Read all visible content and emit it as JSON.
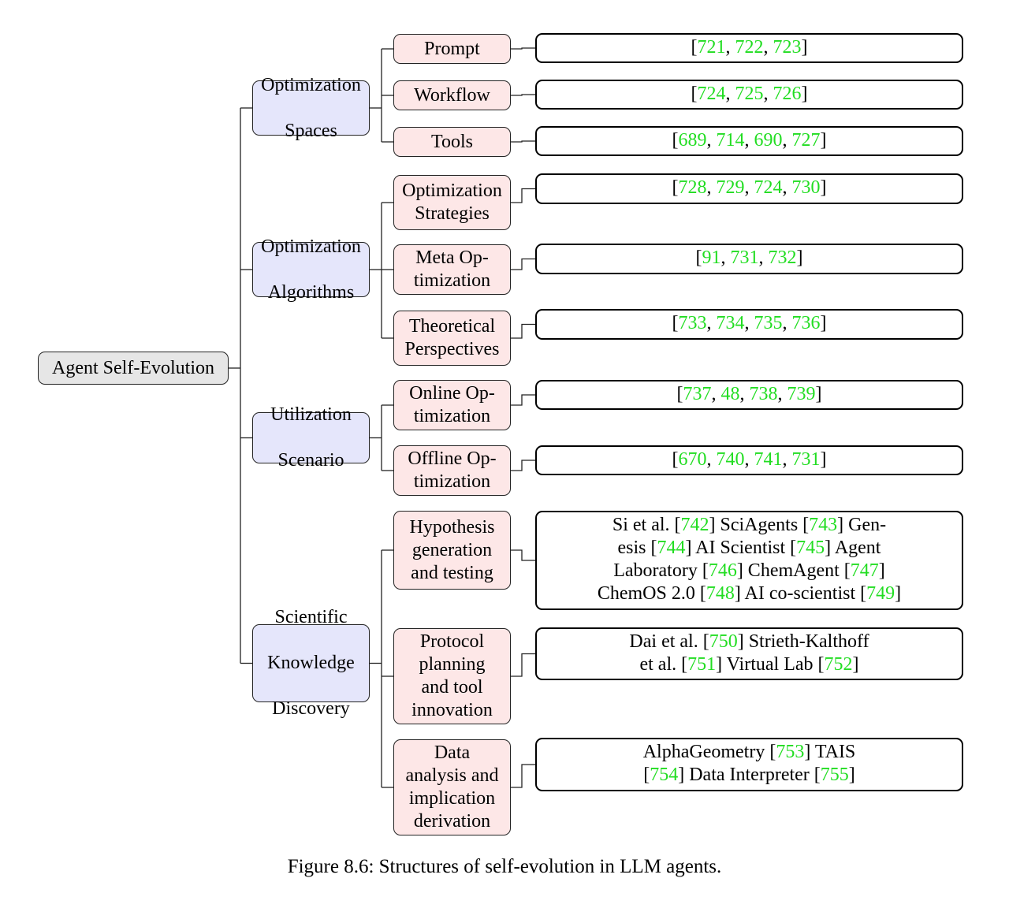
{
  "caption": "Figure 8.6: Structures of self-evolution in LLM agents.",
  "root": {
    "label": "Agent Self-Evolution"
  },
  "categories": [
    {
      "label": [
        "Optimization",
        "Spaces"
      ],
      "children": [
        {
          "label": [
            "Prompt"
          ],
          "refs": [
            "721",
            "722",
            "723"
          ]
        },
        {
          "label": [
            "Workflow"
          ],
          "refs": [
            "724",
            "725",
            "726"
          ]
        },
        {
          "label": [
            "Tools"
          ],
          "refs": [
            "689",
            "714",
            "690",
            "727"
          ]
        }
      ]
    },
    {
      "label": [
        "Optimization",
        "Algorithms"
      ],
      "children": [
        {
          "label": [
            "Optimization",
            "Strategies"
          ],
          "refs": [
            "728",
            "729",
            "724",
            "730"
          ]
        },
        {
          "label": [
            "Meta Op-",
            "timization"
          ],
          "refs": [
            "91",
            "731",
            "732"
          ]
        },
        {
          "label": [
            "Theoretical",
            "Perspectives"
          ],
          "refs": [
            "733",
            "734",
            "735",
            "736"
          ]
        }
      ]
    },
    {
      "label": [
        "Utilization",
        "Scenario"
      ],
      "children": [
        {
          "label": [
            "Online Op-",
            "timization"
          ],
          "refs": [
            "737",
            "48",
            "738",
            "739"
          ]
        },
        {
          "label": [
            "Offline Op-",
            "timization"
          ],
          "refs": [
            "670",
            "740",
            "741",
            "731"
          ]
        }
      ]
    },
    {
      "label": [
        "Scientific",
        "Knowledge",
        "Discovery"
      ],
      "children": [
        {
          "label": [
            "Hypothesis",
            "generation",
            "and testing"
          ],
          "lines": [
            [
              {
                "t": "Si et al. ["
              },
              {
                "r": "742"
              },
              {
                "t": "] SciAgents ["
              },
              {
                "r": "743"
              },
              {
                "t": "] Gen-"
              }
            ],
            [
              {
                "t": "esis ["
              },
              {
                "r": "744"
              },
              {
                "t": "] AI Scientist ["
              },
              {
                "r": "745"
              },
              {
                "t": "] Agent"
              }
            ],
            [
              {
                "t": "Laboratory ["
              },
              {
                "r": "746"
              },
              {
                "t": "] ChemAgent ["
              },
              {
                "r": "747"
              },
              {
                "t": "]"
              }
            ],
            [
              {
                "t": "ChemOS 2.0 ["
              },
              {
                "r": "748"
              },
              {
                "t": "] AI co-scientist ["
              },
              {
                "r": "749"
              },
              {
                "t": "]"
              }
            ]
          ]
        },
        {
          "label": [
            "Protocol",
            "planning",
            "and tool",
            "innovation"
          ],
          "lines": [
            [
              {
                "t": "Dai et al. ["
              },
              {
                "r": "750"
              },
              {
                "t": "] Strieth-Kalthoff"
              }
            ],
            [
              {
                "t": "et al. ["
              },
              {
                "r": "751"
              },
              {
                "t": "] Virtual Lab ["
              },
              {
                "r": "752"
              },
              {
                "t": "]"
              }
            ]
          ]
        },
        {
          "label": [
            "Data",
            "analysis and",
            "implication",
            "derivation"
          ],
          "lines": [
            [
              {
                "t": "AlphaGeometry ["
              },
              {
                "r": "753"
              },
              {
                "t": "] TAIS"
              }
            ],
            [
              {
                "t": "["
              },
              {
                "r": "754"
              },
              {
                "t": "] Data Interpreter ["
              },
              {
                "r": "755"
              },
              {
                "t": "]"
              }
            ]
          ]
        }
      ]
    }
  ]
}
